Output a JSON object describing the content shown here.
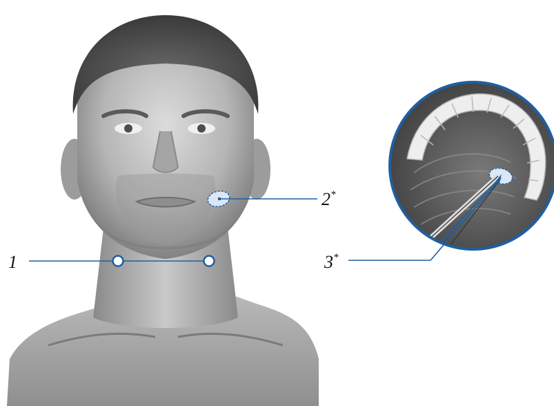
{
  "labels": {
    "one": {
      "text": "1"
    },
    "two": {
      "text": "2",
      "mark": "*"
    },
    "three": {
      "text": "3",
      "mark": "*"
    }
  },
  "colors": {
    "accent": "#1f5fa0",
    "skin_dark": "#6e6e6e",
    "skin_mid": "#a9a9a9",
    "skin_light": "#d8d8d8",
    "hair": "#4a4a4a",
    "mouth_inner": "#5c5c5c",
    "teeth": "#eeeeee",
    "zone_fill": "#dbe7f3"
  },
  "icons": {
    "head": "human-head-illustration",
    "inset": "oral-cavity-inset",
    "needle": "injection-needle"
  }
}
